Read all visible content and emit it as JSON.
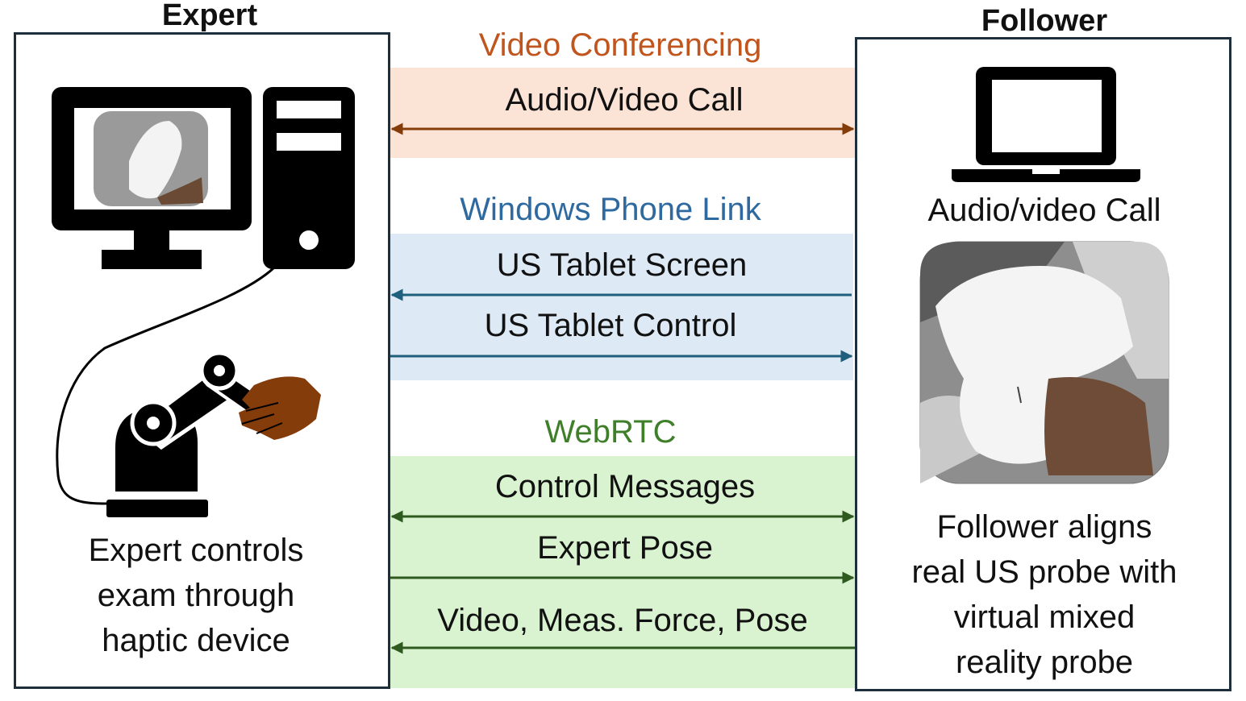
{
  "expert": {
    "title": "Expert",
    "caption_lines": [
      "Expert controls",
      "exam through",
      "haptic device"
    ]
  },
  "follower": {
    "title": "Follower",
    "call_label": "Audio/video Call",
    "caption_lines": [
      "Follower aligns",
      "real US probe with",
      "virtual mixed",
      "reality probe"
    ]
  },
  "channels": {
    "video_conferencing": {
      "heading": "Video Conferencing",
      "color": "#c0551e",
      "band_color": "#fbe3d6",
      "arrow_color": "#843c0b",
      "links": [
        "Audio/Video Call"
      ]
    },
    "phone_link": {
      "heading": "Windows Phone Link",
      "color": "#2e6aa0",
      "band_color": "#dde9f5",
      "arrow_color": "#1f5e7c",
      "links": [
        "US Tablet Screen",
        "US Tablet Control"
      ]
    },
    "webrtc": {
      "heading": "WebRTC",
      "color": "#3f7f2a",
      "band_color": "#d9f2d0",
      "arrow_color": "#2e5a1f",
      "links": [
        "Control Messages",
        "Expert Pose",
        "Video, Meas. Force, Pose"
      ]
    }
  },
  "icons": {
    "computer": "desktop-computer-icon",
    "robot": "haptic-robot-arm-icon",
    "hand": "hand-icon",
    "laptop": "laptop-icon",
    "probe": "ultrasound-probe-photo"
  }
}
